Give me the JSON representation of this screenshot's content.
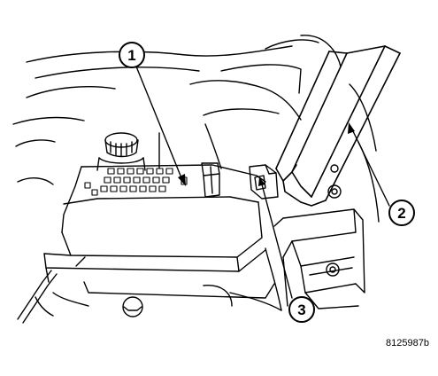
{
  "callouts": [
    {
      "label": "1"
    },
    {
      "label": "2"
    },
    {
      "label": "3"
    }
  ],
  "figure_code": "8125987b",
  "colors": {
    "line": "#000000",
    "background": "#ffffff"
  }
}
